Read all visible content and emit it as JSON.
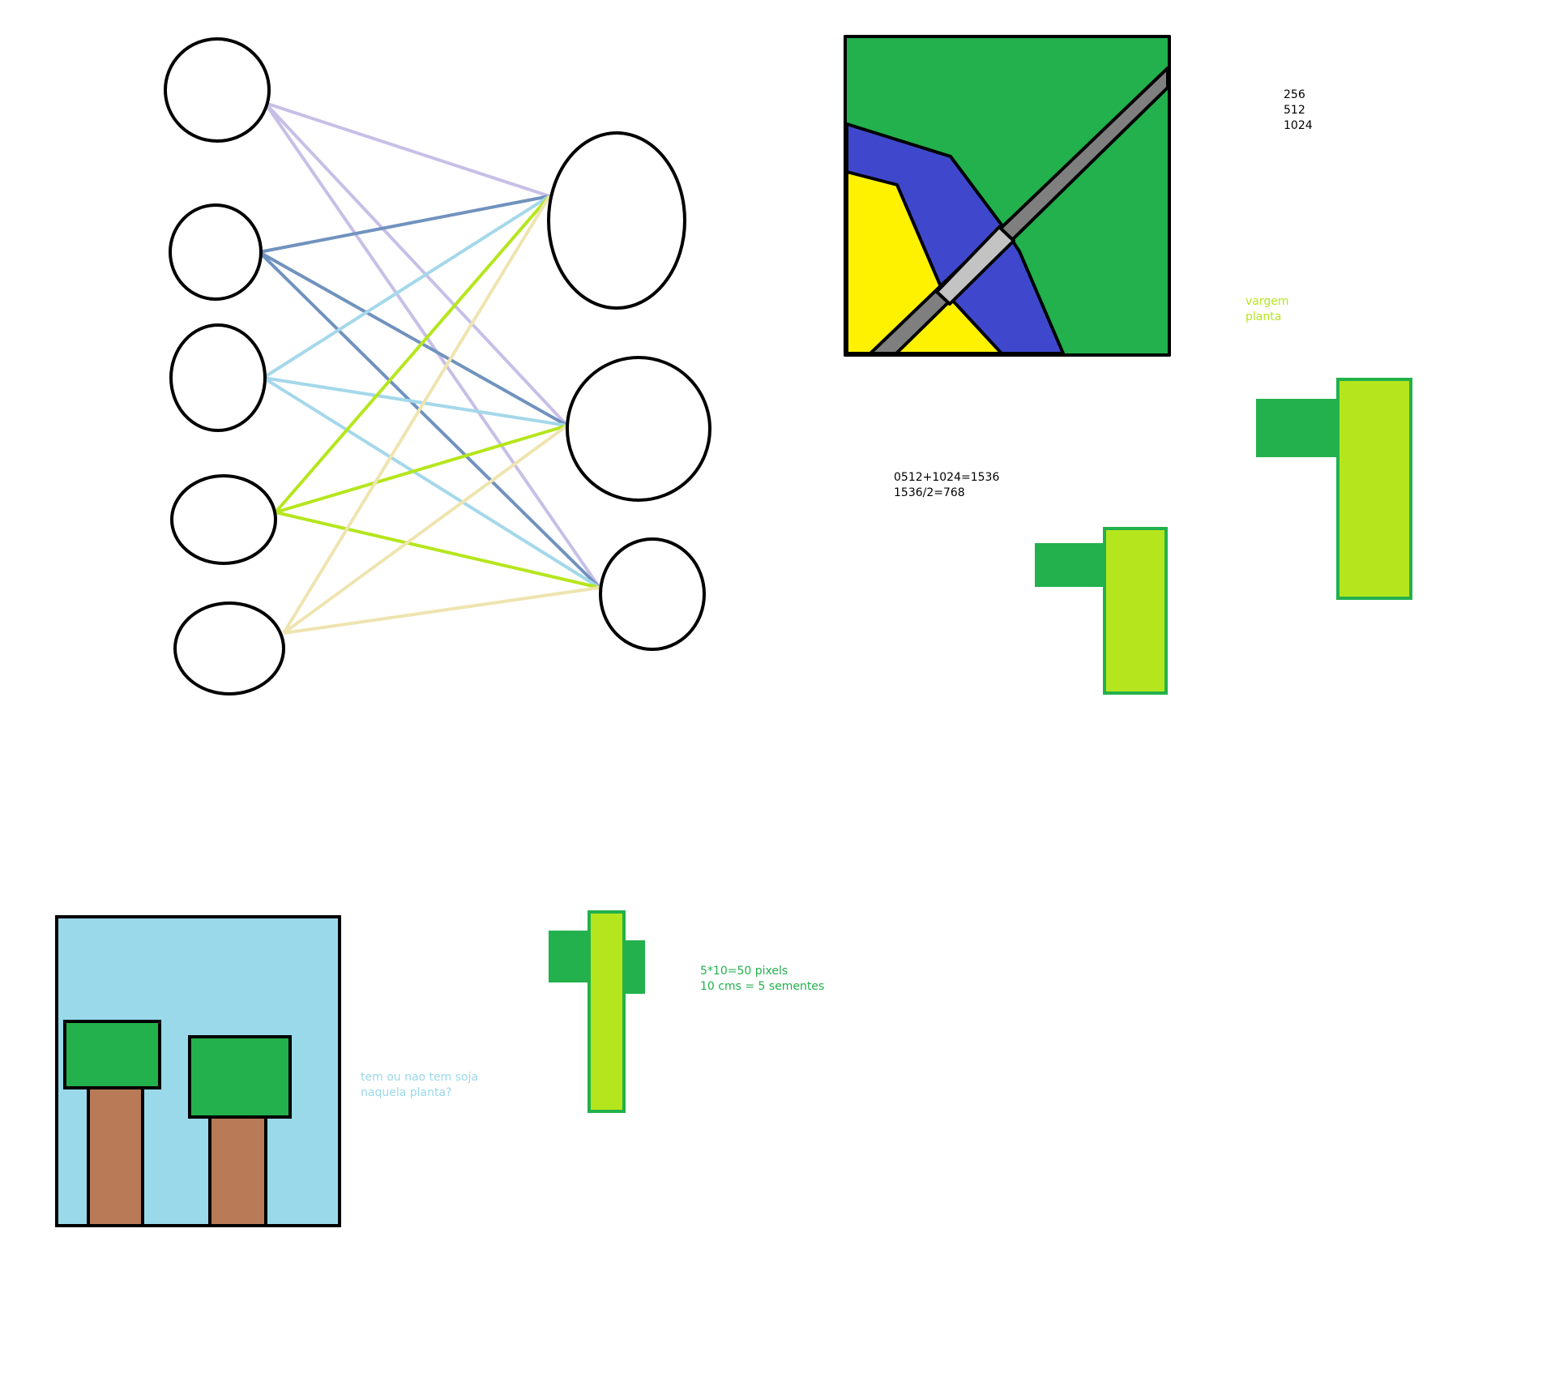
{
  "colors": {
    "outline": "#000000",
    "field_green": "#22b14c",
    "river_blue": "#3f48cc",
    "crop_yellow": "#fff200",
    "road_gray": "#7f7f7f",
    "road_light": "#c3c3c3",
    "plant_lime": "#b5e61d",
    "sky_blue": "#99d9ea",
    "trunk_brown": "#b97a57",
    "edge_lavender": "#c8bfe7",
    "edge_steel": "#7092be",
    "edge_light_blue": "#a4d8ea",
    "edge_tan": "#efe4b0",
    "legend_text": "#b5e61d",
    "pixels_text": "#22b14c",
    "question_text": "#99d9ea",
    "math_text": "#000000"
  },
  "network": {
    "input_nodes": 5,
    "output_nodes": 3,
    "edge_colors_by_input": [
      "edge_lavender",
      "edge_steel",
      "edge_light_blue",
      "plant_lime",
      "edge_tan"
    ]
  },
  "notes": {
    "resolutions": [
      "256",
      "512",
      "1024"
    ],
    "legend": [
      "vargem",
      "planta"
    ],
    "math": [
      "0512+1024=1536",
      "1536/2=768"
    ],
    "pixels": [
      "5*10=50 pixels",
      "10 cms = 5 sementes"
    ],
    "question": [
      "tem ou nao tem soja",
      "naquela planta?"
    ]
  }
}
